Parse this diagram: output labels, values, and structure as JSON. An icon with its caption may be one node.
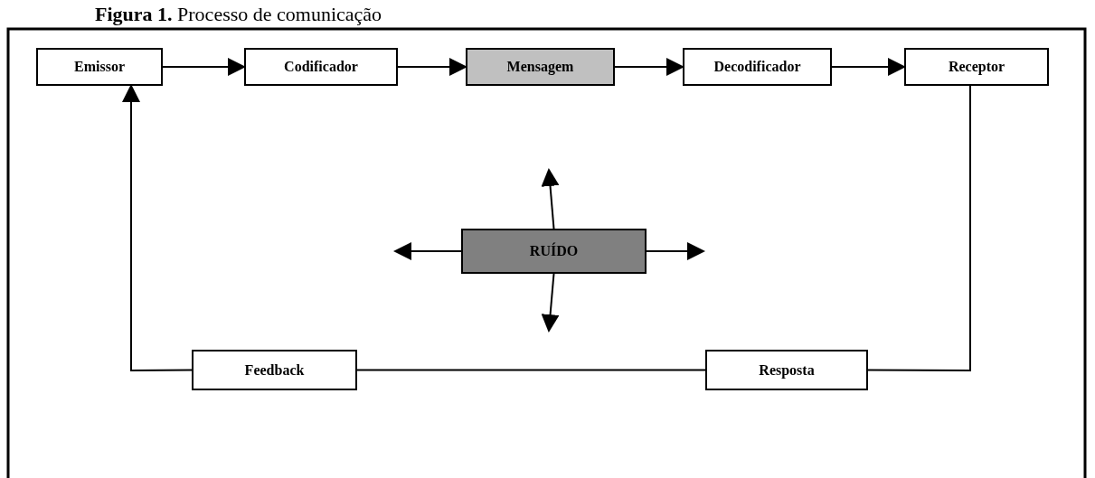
{
  "diagram": {
    "title": "**Figura 1.** Processo de comunicação",
    "nodes": [
      {
        "text": [
          "Emissor"
        ]
      },
      {
        "text": [
          "Codificador"
        ]
      },
      {
        "text": [
          "Mensagem"
        ]
      },
      {
        "text": [
          "Decodificador"
        ]
      },
      {
        "text": [
          "Receptor"
        ]
      },
      {
        "text": [
          "RUÍDO"
        ]
      },
      {
        "text": [
          "Feedback"
        ]
      },
      {
        "text": [
          "Resposta"
        ]
      }
    ],
    "edges": [
      {
        "from": 0,
        "to": 1,
        "arrow": "to"
      },
      {
        "from": 1,
        "to": 2,
        "arrow": "to"
      },
      {
        "from": 2,
        "to": 3,
        "arrow": "to"
      },
      {
        "from": 3,
        "to": 4,
        "arrow": "to"
      },
      {
        "from": 5,
        "to": null,
        "arrow": "to"
      },
      {
        "from": 5,
        "to": null,
        "arrow": "to"
      },
      {
        "from": 5,
        "to": null,
        "arrow": "to"
      },
      {
        "from": 5,
        "to": null,
        "arrow": "to"
      },
      {
        "from": 4,
        "to": 7,
        "arrow": "none"
      },
      {
        "from": 7,
        "to": 6,
        "arrow": "none"
      },
      {
        "from": 6,
        "to": 0,
        "arrow": "to"
      }
    ]
  }
}
